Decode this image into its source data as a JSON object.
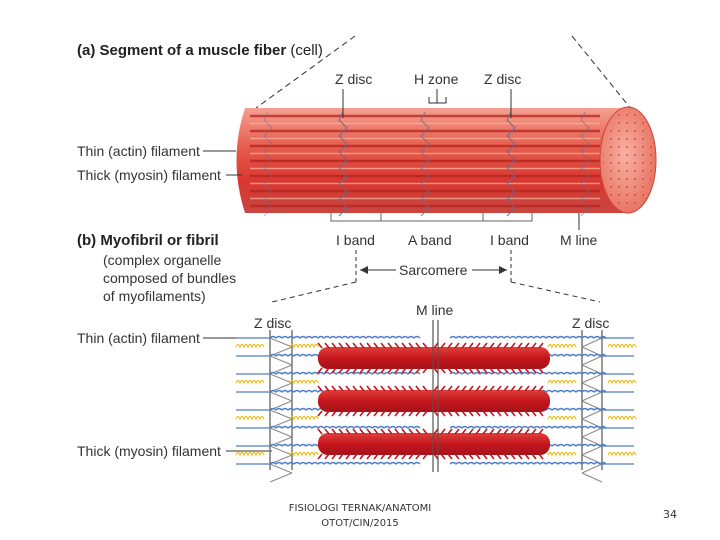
{
  "section_a": {
    "title_bold": "(a) Segment of a muscle fiber",
    "title_rest": " (cell)",
    "z_disc_left": "Z disc",
    "h_zone": "H zone",
    "z_disc_right": "Z disc",
    "thin_filament": "Thin (actin) filament",
    "thick_filament": "Thick (myosin) filament",
    "i_band_left": "I band",
    "a_band": "A band",
    "i_band_right": "I band",
    "m_line": "M line",
    "sarcomere": "Sarcomere"
  },
  "section_b": {
    "title_bold": "(b) Myofibril or fibril",
    "desc_line1": "(complex organelle",
    "desc_line2": "composed of bundles",
    "desc_line3": "of myofilaments)",
    "z_disc_left": "Z disc",
    "m_line": "M line",
    "z_disc_right": "Z disc",
    "thin_filament": "Thin (actin) filament",
    "thick_filament": "Thick (myosin) filament"
  },
  "footer": {
    "line1": "FISIOLOGI TERNAK/ANATOMI",
    "line2": "OTOT/CIN/2015",
    "page_number": "34"
  },
  "colors": {
    "muscle_red": "#d9362f",
    "muscle_light": "#f08c7d",
    "myosin_red": "#c4161c",
    "actin_blue": "#4f7ec4",
    "titin_yellow": "#e8c22a"
  }
}
